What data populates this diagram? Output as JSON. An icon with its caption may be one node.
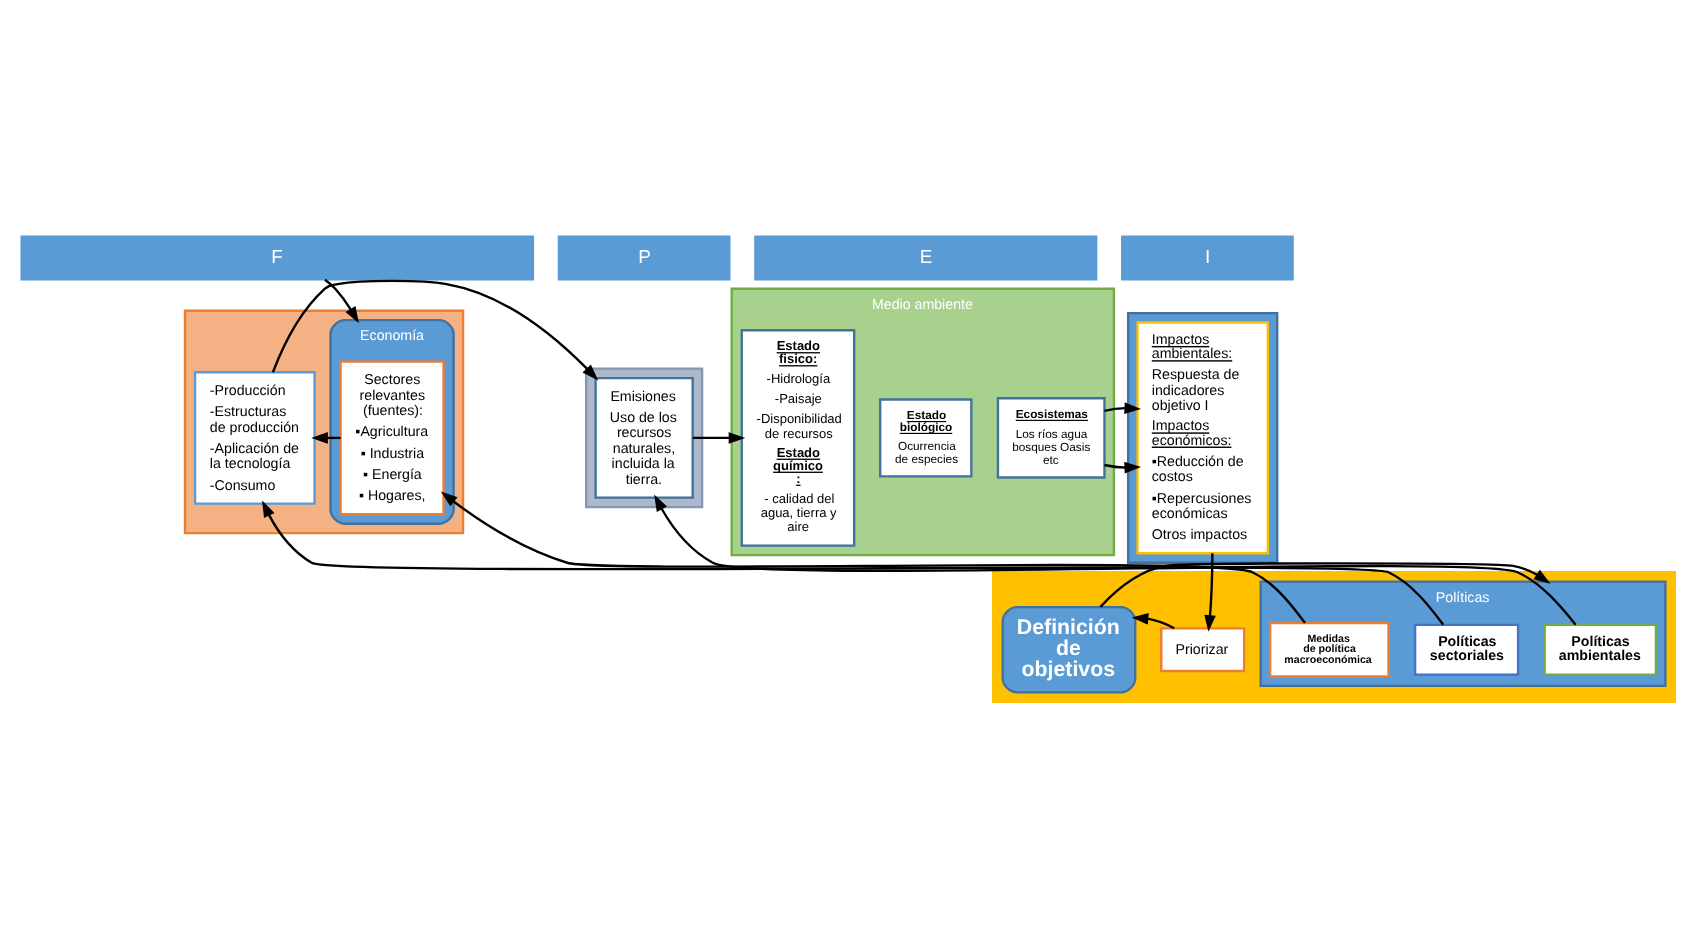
{
  "diagram": {
    "nodes": [
      {
        "text": [
          "F"
        ]
      },
      {
        "text": [
          "P"
        ]
      },
      {
        "text": [
          "E"
        ]
      },
      {
        "text": [
          "I"
        ]
      },
      {
        "text": [],
        "shape": "box"
      },
      {
        "text": [
          "Economía"
        ],
        "in": 4
      },
      {
        "text": [
          "Sectores relevantes (fuentes):",
          "▪Agricultura",
          "▪ Industria",
          "▪ Energía",
          "▪ Hogares,"
        ],
        "in": 5
      },
      {
        "text": [
          "-Producción",
          "-Estructuras de producción",
          "-Aplicación de la tecnología",
          "-Consumo"
        ],
        "in": 4
      },
      {
        "text": [],
        "shape": "box"
      },
      {
        "text": [
          "Emisiones",
          "Uso de los recursos naturales, incluida la tierra."
        ],
        "in": 8
      },
      {
        "text": [
          "Medio ambiente"
        ]
      },
      {
        "text": [
          "Estado fisico:",
          "-Hidrología",
          "-Paisaje",
          "-Disponibilidad de recursos",
          "Estado químico :",
          "- calidad del agua, tierra y aire"
        ],
        "in": 10
      },
      {
        "text": [
          "Estado biológico",
          "Ocurrencia de especies"
        ],
        "in": 10
      },
      {
        "text": [
          "Ecosistemas",
          "Los ríos agua bosques Oasis etc"
        ],
        "in": 10
      },
      {
        "text": [],
        "shape": "box"
      },
      {
        "text": [
          "Impactos ambientales:",
          "Respuesta de indicadores objetivo I",
          "Impactos económicos:",
          "▪Reducción de costos",
          "▪Repercusiones económicas",
          "Otros impactos"
        ],
        "in": 14
      },
      {
        "text": [],
        "shape": "box"
      },
      {
        "text": [
          "Políticas"
        ],
        "in": 16
      },
      {
        "text": [
          "Medidas de política macroeconómica"
        ],
        "in": 17
      },
      {
        "text": [
          "Políticas sectoriales"
        ],
        "in": 17
      },
      {
        "text": [
          "Políticas ambientales"
        ],
        "in": 17
      },
      {
        "text": [
          "Definición de objetivos"
        ],
        "in": 16
      },
      {
        "text": [
          "Priorizar"
        ],
        "in": 16
      }
    ],
    "edges": [
      {
        "from": 0,
        "to": 5,
        "arrow": "to"
      },
      {
        "from": 6,
        "to": 7,
        "arrow": "to"
      },
      {
        "from": 7,
        "to": 9,
        "arrow": "to"
      },
      {
        "from": 9,
        "to": 11,
        "arrow": "to"
      },
      {
        "from": 13,
        "to": 15,
        "arrow": "to"
      },
      {
        "from": 15,
        "to": 22,
        "arrow": "to"
      },
      {
        "from": 22,
        "to": 21,
        "arrow": "to"
      },
      {
        "from": 21,
        "to": 17,
        "arrow": "to"
      },
      {
        "from": 18,
        "to": 6,
        "arrow": "to"
      },
      {
        "from": 19,
        "to": 7,
        "arrow": "to"
      },
      {
        "from": 20,
        "to": 9,
        "arrow": "to"
      }
    ]
  }
}
